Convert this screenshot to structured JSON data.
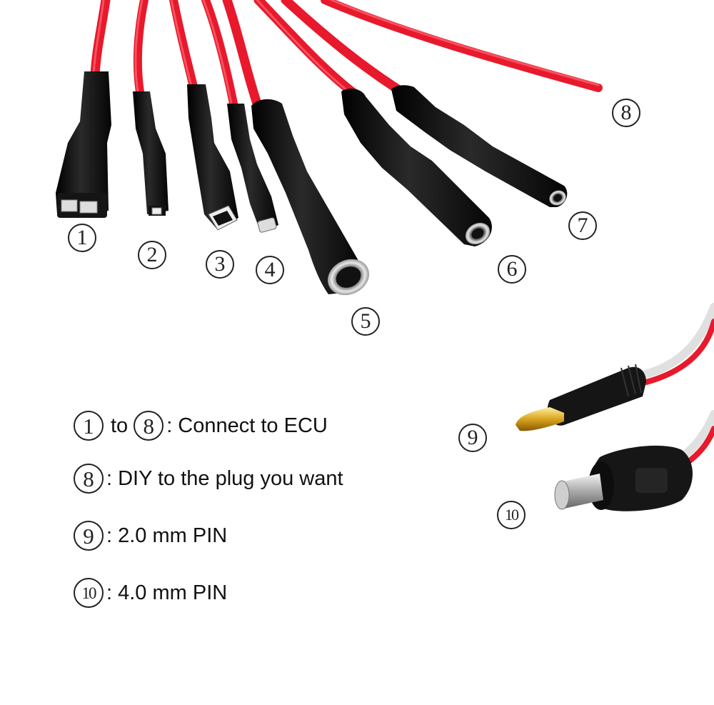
{
  "image": {
    "description": "Product photo of red ECU breakout test cables with various black heat-shrink female connectors and two banana-style male pins",
    "colors": {
      "background": "#ffffff",
      "wire": "#e8192c",
      "wire_highlight": "#ff5a66",
      "sleeve": "#111111",
      "metal": "#c8c8c8",
      "gold": "#d9a520",
      "label_text": "#111111"
    }
  },
  "connectors": [
    {
      "number": "1",
      "glyph": "①",
      "type": "wide flat double female terminal"
    },
    {
      "number": "2",
      "glyph": "②",
      "type": "small square female terminal"
    },
    {
      "number": "3",
      "glyph": "③",
      "type": "medium square female terminal"
    },
    {
      "number": "4",
      "glyph": "④",
      "type": "small square female terminal"
    },
    {
      "number": "5",
      "glyph": "⑤",
      "type": "large round female socket"
    },
    {
      "number": "6",
      "glyph": "⑥",
      "type": "medium round female socket"
    },
    {
      "number": "7",
      "glyph": "⑦",
      "type": "small round female socket"
    },
    {
      "number": "8",
      "glyph": "⑧",
      "type": "bare wire end"
    },
    {
      "number": "9",
      "glyph": "⑨",
      "type": "2.0 mm banana pin"
    },
    {
      "number": "10",
      "glyph": "⑩",
      "type": "4.0 mm banana pin"
    }
  ],
  "legend": [
    {
      "from": "①",
      "joiner": "to",
      "to": "⑧",
      "text": ": Connect to ECU"
    },
    {
      "from": "⑧",
      "text": ": DIY to the plug you want"
    },
    {
      "from": "⑨",
      "text": ": 2.0 mm PIN"
    },
    {
      "from": "⑩",
      "text": ": 4.0 mm PIN"
    }
  ]
}
